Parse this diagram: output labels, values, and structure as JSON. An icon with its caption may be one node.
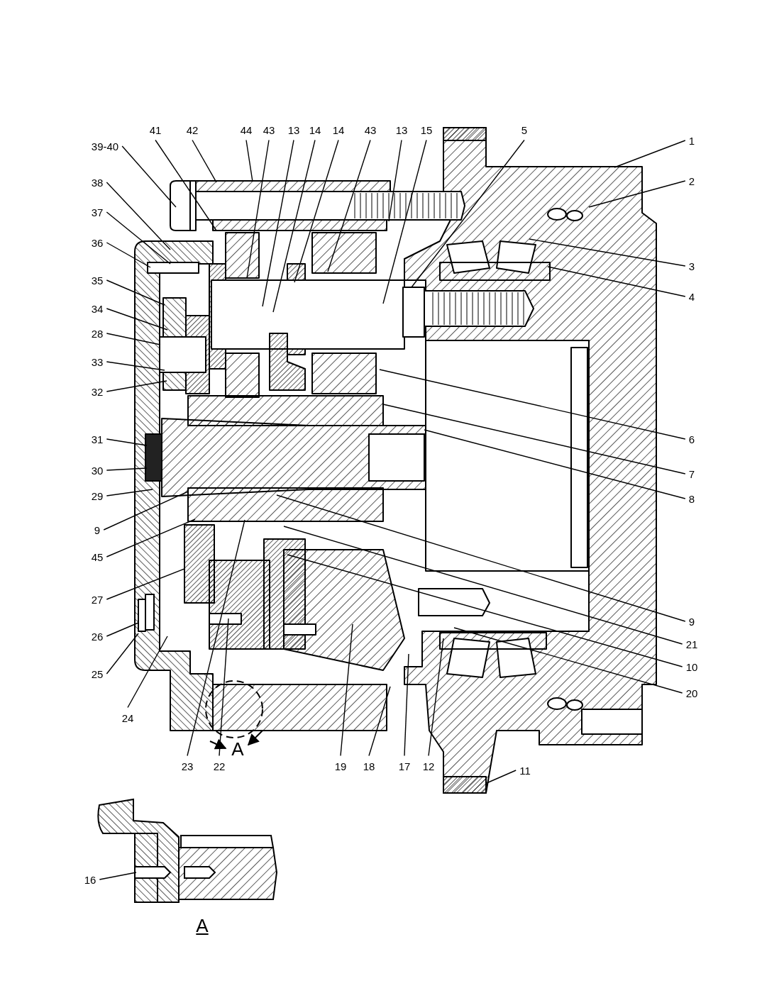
{
  "diagram": {
    "nodes": [
      {
        "text": [
          "41"
        ]
      },
      {
        "text": [
          "42"
        ]
      },
      {
        "text": [
          "44"
        ]
      },
      {
        "text": [
          "43"
        ]
      },
      {
        "text": [
          "13"
        ]
      },
      {
        "text": [
          "14"
        ]
      },
      {
        "text": [
          "14"
        ]
      },
      {
        "text": [
          "43"
        ]
      },
      {
        "text": [
          "13"
        ]
      },
      {
        "text": [
          "15"
        ]
      },
      {
        "text": [
          "5"
        ]
      },
      {
        "text": [
          "1"
        ]
      },
      {
        "text": [
          "39-40"
        ]
      },
      {
        "text": [
          "2"
        ]
      },
      {
        "text": [
          "38"
        ]
      },
      {
        "text": [
          "37"
        ]
      },
      {
        "text": [
          "36"
        ]
      },
      {
        "text": [
          "3"
        ]
      },
      {
        "text": [
          "35"
        ]
      },
      {
        "text": [
          "4"
        ]
      },
      {
        "text": [
          "34"
        ]
      },
      {
        "text": [
          "28"
        ]
      },
      {
        "text": [
          "33"
        ]
      },
      {
        "text": [
          "32"
        ]
      },
      {
        "text": [
          "6"
        ]
      },
      {
        "text": [
          "31"
        ]
      },
      {
        "text": [
          "30"
        ]
      },
      {
        "text": [
          "7"
        ]
      },
      {
        "text": [
          "29"
        ]
      },
      {
        "text": [
          "8"
        ]
      },
      {
        "text": [
          "9"
        ]
      },
      {
        "text": [
          "45"
        ]
      },
      {
        "text": [
          "27"
        ]
      },
      {
        "text": [
          "9"
        ]
      },
      {
        "text": [
          "26"
        ]
      },
      {
        "text": [
          "21"
        ]
      },
      {
        "text": [
          "10"
        ]
      },
      {
        "text": [
          "25"
        ]
      },
      {
        "text": [
          "20"
        ]
      },
      {
        "text": [
          "24"
        ]
      },
      {
        "text": [
          "23"
        ]
      },
      {
        "text": [
          "22"
        ]
      },
      {
        "text": [
          "19"
        ]
      },
      {
        "text": [
          "18"
        ]
      },
      {
        "text": [
          "17"
        ]
      },
      {
        "text": [
          "12"
        ]
      },
      {
        "text": [
          "11"
        ]
      },
      {
        "text": [
          "16"
        ]
      }
    ],
    "edges": [
      {
        "from": 0,
        "to": null,
        "arrow": "none"
      },
      {
        "from": 1,
        "to": null,
        "arrow": "none"
      },
      {
        "from": 2,
        "to": null,
        "arrow": "none"
      },
      {
        "from": 3,
        "to": null,
        "arrow": "none"
      },
      {
        "from": 4,
        "to": null,
        "arrow": "none"
      },
      {
        "from": 5,
        "to": null,
        "arrow": "none"
      },
      {
        "from": 6,
        "to": null,
        "arrow": "none"
      },
      {
        "from": 7,
        "to": null,
        "arrow": "none"
      },
      {
        "from": 8,
        "to": null,
        "arrow": "none"
      },
      {
        "from": 9,
        "to": null,
        "arrow": "none"
      },
      {
        "from": 10,
        "to": null,
        "arrow": "none"
      },
      {
        "from": 11,
        "to": null,
        "arrow": "none"
      },
      {
        "from": 12,
        "to": null,
        "arrow": "none"
      },
      {
        "from": 13,
        "to": null,
        "arrow": "none"
      },
      {
        "from": 14,
        "to": null,
        "arrow": "none"
      },
      {
        "from": 15,
        "to": null,
        "arrow": "none"
      },
      {
        "from": 16,
        "to": null,
        "arrow": "none"
      },
      {
        "from": 17,
        "to": null,
        "arrow": "none"
      },
      {
        "from": 18,
        "to": null,
        "arrow": "none"
      },
      {
        "from": 19,
        "to": null,
        "arrow": "none"
      },
      {
        "from": 20,
        "to": null,
        "arrow": "none"
      },
      {
        "from": 21,
        "to": null,
        "arrow": "none"
      },
      {
        "from": 22,
        "to": null,
        "arrow": "none"
      },
      {
        "from": 23,
        "to": null,
        "arrow": "none"
      },
      {
        "from": 24,
        "to": null,
        "arrow": "none"
      },
      {
        "from": 25,
        "to": null,
        "arrow": "none"
      },
      {
        "from": 26,
        "to": null,
        "arrow": "none"
      },
      {
        "from": 27,
        "to": null,
        "arrow": "none"
      },
      {
        "from": 28,
        "to": null,
        "arrow": "none"
      },
      {
        "from": 29,
        "to": null,
        "arrow": "none"
      },
      {
        "from": 30,
        "to": null,
        "arrow": "none"
      },
      {
        "from": 31,
        "to": null,
        "arrow": "none"
      },
      {
        "from": 32,
        "to": null,
        "arrow": "none"
      },
      {
        "from": 33,
        "to": null,
        "arrow": "none"
      },
      {
        "from": 34,
        "to": null,
        "arrow": "none"
      },
      {
        "from": 35,
        "to": null,
        "arrow": "none"
      },
      {
        "from": 36,
        "to": null,
        "arrow": "none"
      },
      {
        "from": 37,
        "to": null,
        "arrow": "none"
      },
      {
        "from": 38,
        "to": null,
        "arrow": "none"
      },
      {
        "from": 39,
        "to": null,
        "arrow": "none"
      },
      {
        "from": 40,
        "to": null,
        "arrow": "none"
      },
      {
        "from": 41,
        "to": null,
        "arrow": "none"
      },
      {
        "from": 42,
        "to": null,
        "arrow": "none"
      },
      {
        "from": 43,
        "to": null,
        "arrow": "none"
      },
      {
        "from": 44,
        "to": null,
        "arrow": "none"
      },
      {
        "from": 45,
        "to": null,
        "arrow": "none"
      },
      {
        "from": 46,
        "to": null,
        "arrow": "none"
      },
      {
        "from": 47,
        "to": null,
        "arrow": "none"
      }
    ],
    "labels": [
      "A",
      "A"
    ]
  }
}
